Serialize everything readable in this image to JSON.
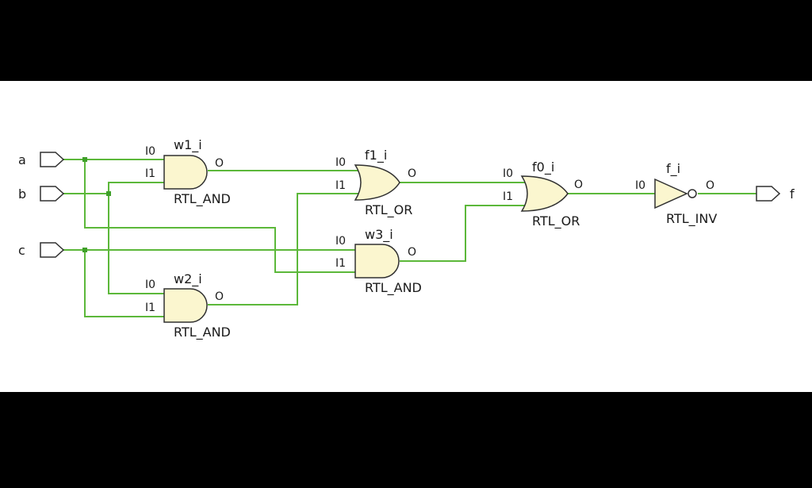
{
  "colors": {
    "wire": "#5cb83a",
    "gate_fill": "#fbf6cf",
    "gate_stroke": "#303030",
    "background": "#ffffff",
    "letterbox": "#000000"
  },
  "ports": {
    "a": "a",
    "b": "b",
    "c": "c",
    "f": "f"
  },
  "gates": {
    "w1": {
      "instance": "w1_i",
      "type": "RTL_AND",
      "in0": "I0",
      "in1": "I1",
      "out": "O"
    },
    "w2": {
      "instance": "w2_i",
      "type": "RTL_AND",
      "in0": "I0",
      "in1": "I1",
      "out": "O"
    },
    "w3": {
      "instance": "w3_i",
      "type": "RTL_AND",
      "in0": "I0",
      "in1": "I1",
      "out": "O"
    },
    "f1": {
      "instance": "f1_i",
      "type": "RTL_OR",
      "in0": "I0",
      "in1": "I1",
      "out": "O"
    },
    "f0": {
      "instance": "f0_i",
      "type": "RTL_OR",
      "in0": "I0",
      "in1": "I1",
      "out": "O"
    },
    "f": {
      "instance": "f_i",
      "type": "RTL_INV",
      "in0": "I0",
      "out": "O"
    }
  }
}
